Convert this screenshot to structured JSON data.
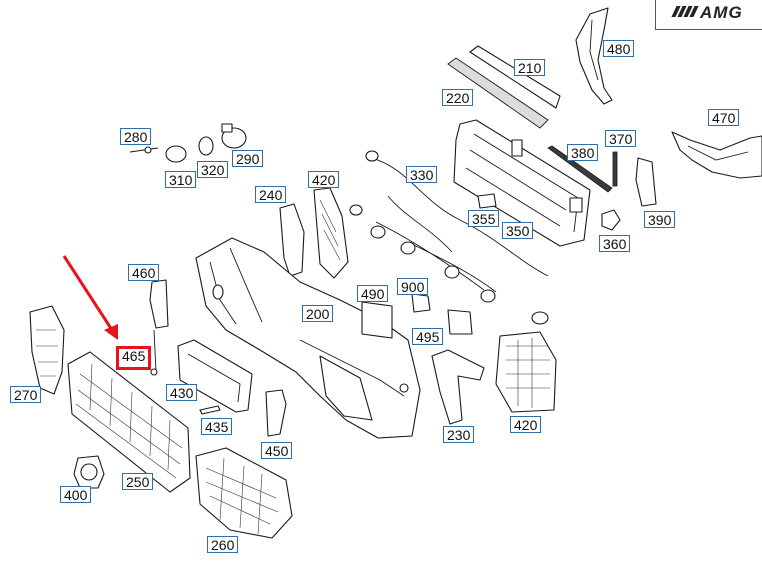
{
  "brand_logo_text": "AMG",
  "highlight_color": "#e8141c",
  "label_border_color": "#2e6fa8",
  "labels": {
    "l280": "280",
    "l310": "310",
    "l320": "320",
    "l290": "290",
    "l240": "240",
    "l420a": "420",
    "l330": "330",
    "l210": "210",
    "l220": "220",
    "l480": "480",
    "l470": "470",
    "l380": "380",
    "l370": "370",
    "l355": "355",
    "l350": "350",
    "l390": "390",
    "l360": "360",
    "l460": "460",
    "l465": "465",
    "l490": "490",
    "l900": "900",
    "l495": "495",
    "l200": "200",
    "l270": "270",
    "l430": "430",
    "l435": "435",
    "l450": "450",
    "l230": "230",
    "l420b": "420",
    "l250": "250",
    "l400": "400",
    "l260": "260"
  }
}
